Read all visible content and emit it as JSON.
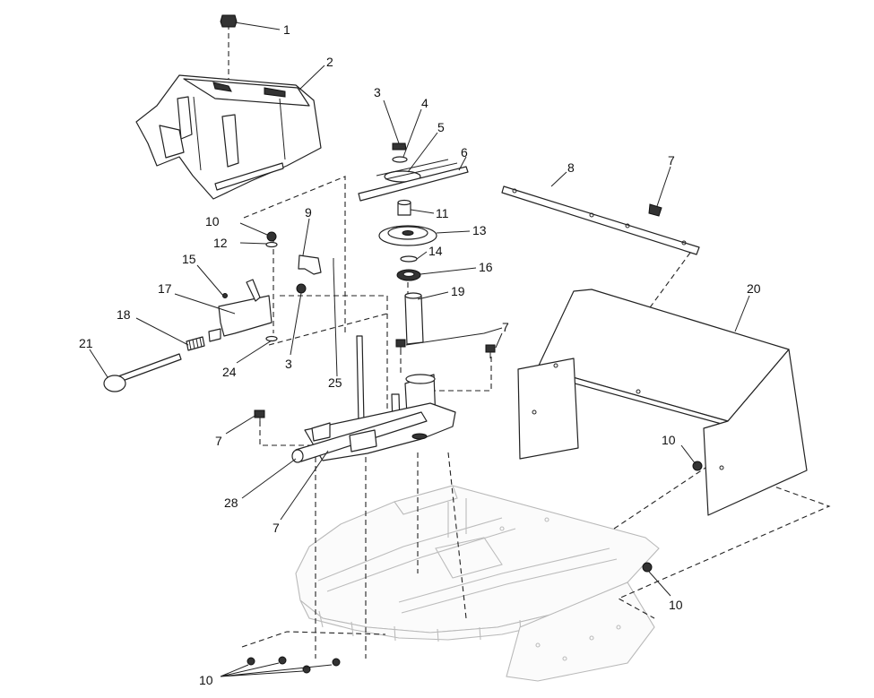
{
  "diagram": {
    "labels": [
      {
        "id": "c1",
        "text": "1"
      },
      {
        "id": "c2",
        "text": "2"
      },
      {
        "id": "c3a",
        "text": "3"
      },
      {
        "id": "c4",
        "text": "4"
      },
      {
        "id": "c5",
        "text": "5"
      },
      {
        "id": "c6",
        "text": "6"
      },
      {
        "id": "c8",
        "text": "8"
      },
      {
        "id": "c7a",
        "text": "7"
      },
      {
        "id": "c11",
        "text": "11"
      },
      {
        "id": "c13",
        "text": "13"
      },
      {
        "id": "c14",
        "text": "14"
      },
      {
        "id": "c16",
        "text": "16"
      },
      {
        "id": "c19",
        "text": "19"
      },
      {
        "id": "c20",
        "text": "20"
      },
      {
        "id": "c7b",
        "text": "7"
      },
      {
        "id": "c10a",
        "text": "10"
      },
      {
        "id": "c9",
        "text": "9"
      },
      {
        "id": "c12",
        "text": "12"
      },
      {
        "id": "c15",
        "text": "15"
      },
      {
        "id": "c17",
        "text": "17"
      },
      {
        "id": "c18",
        "text": "18"
      },
      {
        "id": "c21",
        "text": "21"
      },
      {
        "id": "c24",
        "text": "24"
      },
      {
        "id": "c3b",
        "text": "3"
      },
      {
        "id": "c25",
        "text": "25"
      },
      {
        "id": "c7c",
        "text": "7"
      },
      {
        "id": "c28",
        "text": "28"
      },
      {
        "id": "c7d",
        "text": "7"
      },
      {
        "id": "c10b",
        "text": "10"
      },
      {
        "id": "c10c",
        "text": "10"
      },
      {
        "id": "c10d",
        "text": "10"
      }
    ]
  }
}
